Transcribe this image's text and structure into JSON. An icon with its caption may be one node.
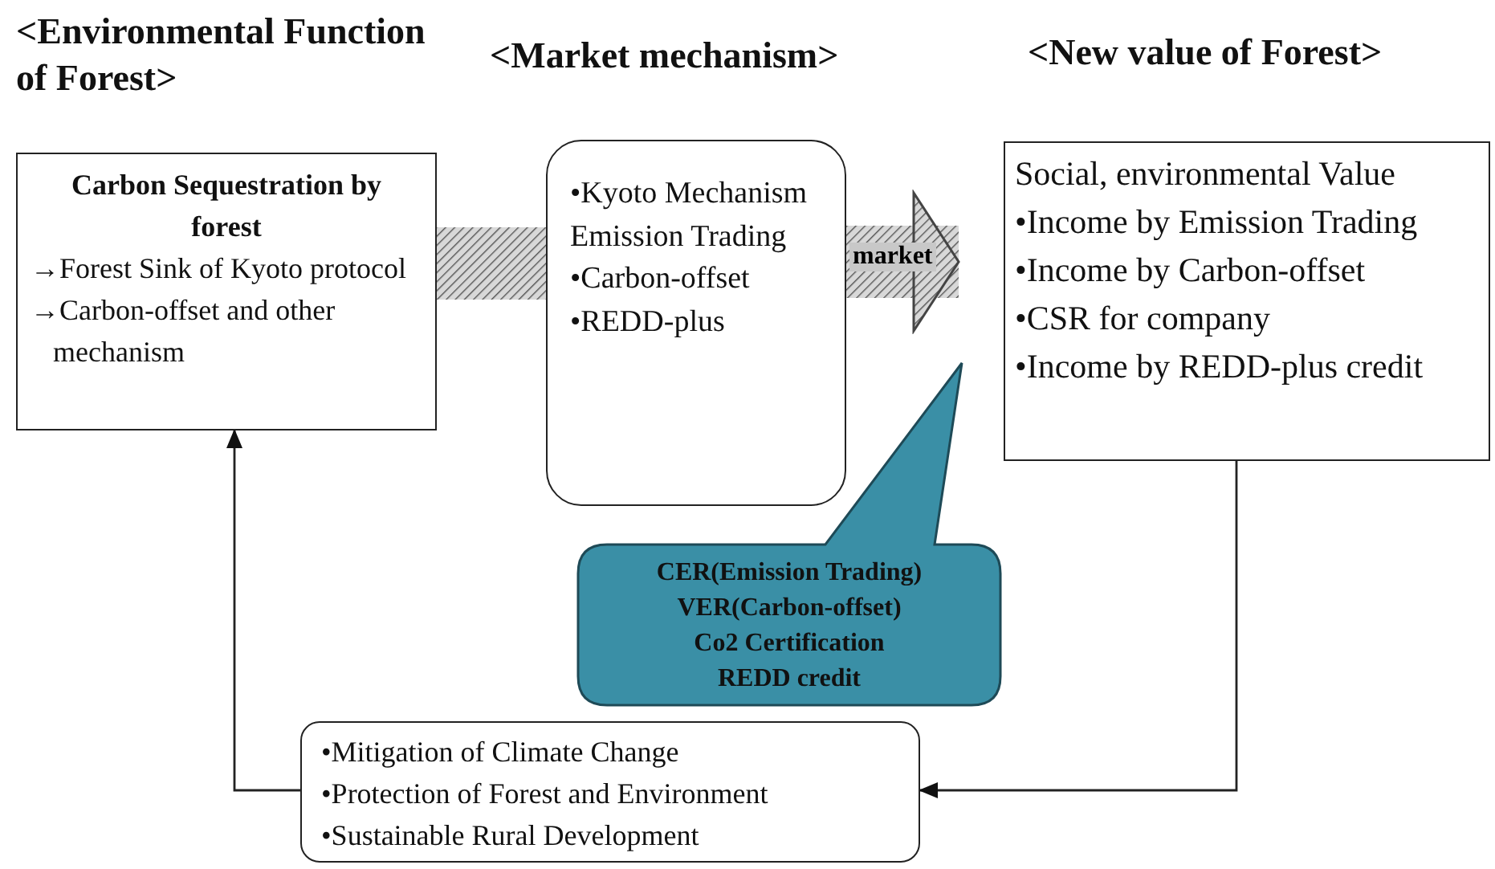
{
  "diagram": {
    "nodes": [
      {
        "text": [
          "Carbon Sequestration by forest",
          "→Forest Sink of Kyoto protocol",
          "→Carbon-offset and other mechanism"
        ]
      },
      {
        "text": [
          "•Kyoto Mechanism Emission Trading",
          "•Carbon-offset",
          "•REDD-plus"
        ]
      },
      {
        "text": [
          "Social, environmental Value",
          "•Income by Emission Trading",
          "•Income by Carbon-offset",
          "•CSR for company",
          "•Income by REDD-plus credit"
        ]
      },
      {
        "text": [
          "CER(Emission Trading)",
          "VER(Carbon-offset)",
          "Co2 Certification",
          "REDD credit"
        ]
      },
      {
        "text": [
          "•Mitigation of Climate Change",
          "•Protection of Forest and Environment",
          "•Sustainable Rural Development"
        ]
      }
    ],
    "edges": [
      {
        "from": 0,
        "to": 1,
        "arrow": "none",
        "style": "thick"
      },
      {
        "from": 1,
        "to": 2,
        "arrow": "to",
        "style": "thick",
        "label": "market"
      },
      {
        "from": 2,
        "to": 4,
        "arrow": "to"
      },
      {
        "from": 4,
        "to": 0,
        "arrow": "to"
      }
    ],
    "labels": [
      "<Environmental Function of Forest>",
      "<Market mechanism>",
      "<New value of Forest>"
    ]
  }
}
